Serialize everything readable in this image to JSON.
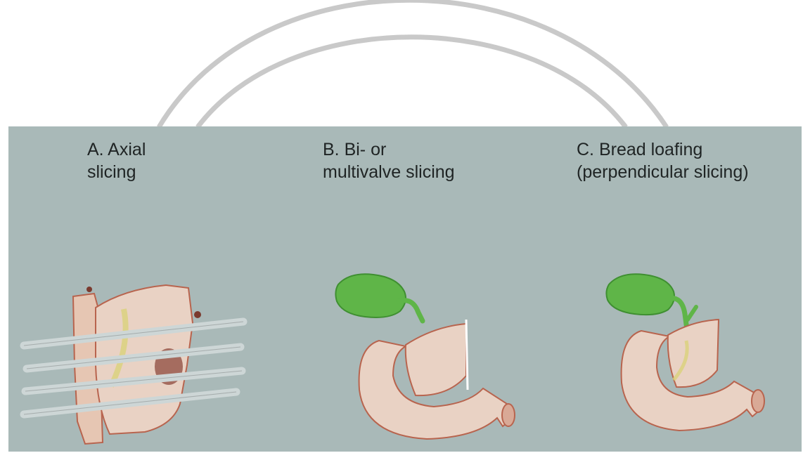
{
  "panels": [
    {
      "line1": "A. Axial",
      "line2": "slicing"
    },
    {
      "line1": "B. Bi- or",
      "line2": "multivalve slicing"
    },
    {
      "line1": "C. Bread loafing",
      "line2": "(perpendicular slicing)"
    }
  ],
  "colors": {
    "panel_bg": "#a9b9b8",
    "arc": "#c9c9c9",
    "tissue_fill": "#e9d2c4",
    "tissue_edge": "#b8644e",
    "gallbladder": "#5fb548",
    "slice_plane": "#cdd6d6"
  }
}
